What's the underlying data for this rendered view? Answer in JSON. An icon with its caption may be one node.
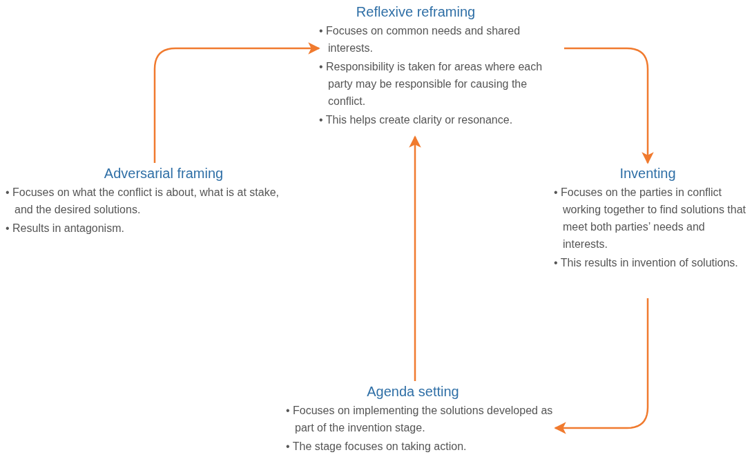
{
  "diagram": {
    "nodes": [
      {
        "text": [
          "Reflexive reframing",
          "• Focuses on common needs and shared interests.",
          "• Responsibility is taken for areas where each party may be responsible for causing the conflict.",
          "• This helps create clarity or resonance."
        ]
      },
      {
        "text": [
          "Adversarial framing",
          "• Focuses on what the conflict is about, what is at stake, and the desired solutions.",
          "• Results in antagonism."
        ]
      },
      {
        "text": [
          "Inventing",
          "• Focuses on the parties in conflict working together to find solutions that meet both parties’ needs and interests.",
          "• This results in invention of solutions."
        ]
      },
      {
        "text": [
          "Agenda setting",
          "• Focuses on implementing the solutions developed as part of the invention stage.",
          "• The stage focuses on taking action."
        ]
      }
    ],
    "edges": [
      {
        "from": 1,
        "to": 0,
        "arrow": "to"
      },
      {
        "from": 0,
        "to": 2,
        "arrow": "to"
      },
      {
        "from": 2,
        "to": 3,
        "arrow": "to"
      },
      {
        "from": 3,
        "to": 0,
        "arrow": "to"
      }
    ]
  }
}
